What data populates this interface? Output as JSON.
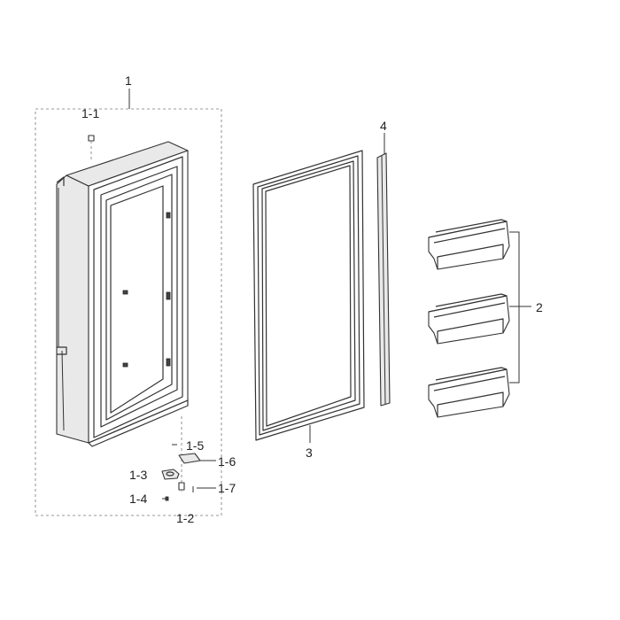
{
  "diagram": {
    "labels": {
      "door_assembly": "1",
      "top_hinge_part": "1-1",
      "bottom_pin": "1-2",
      "bottom_hinge": "1-3",
      "screw": "1-4",
      "small_screw": "1-5",
      "cover_plate": "1-6",
      "pin": "1-7",
      "door_shelf_bins": "2",
      "door_gasket": "3",
      "door_strip": "4"
    },
    "colors": {
      "line": "#333333",
      "fill_light": "#e9e9e9",
      "background": "#ffffff"
    }
  }
}
